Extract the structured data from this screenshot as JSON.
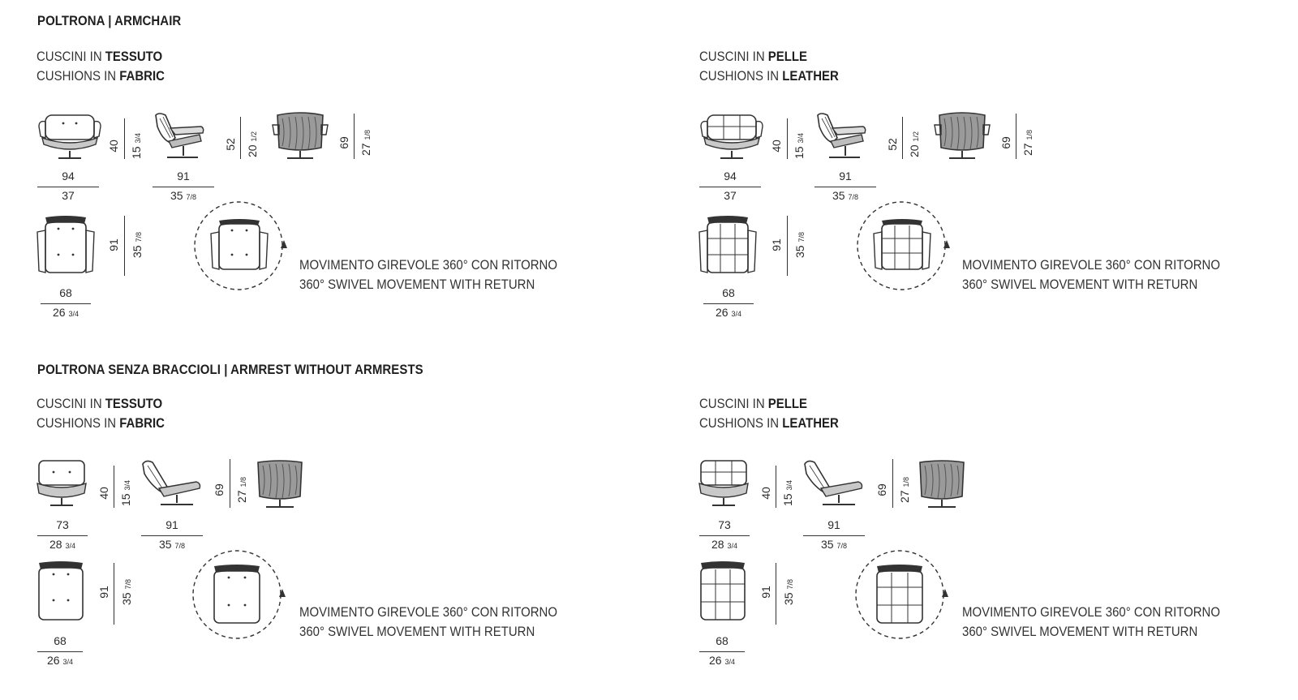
{
  "sections": [
    {
      "title": "POLTRONA | ARMCHAIR",
      "variants": [
        {
          "line1_prefix": "CUSCINI IN ",
          "line1_bold": "TESSUTO",
          "line2_prefix": "CUSHIONS IN ",
          "line2_bold": "FABRIC",
          "front_w_cm": "94",
          "front_w_in": "37",
          "front_h_cm": "40",
          "front_h_in_whole": "15",
          "front_h_in_frac": "3/4",
          "side_w_cm": "91",
          "side_w_in_whole": "35",
          "side_w_in_frac": "7/8",
          "side_h_cm": "52",
          "side_h_in_whole": "20",
          "side_h_in_frac": "1/2",
          "back_h_cm": "69",
          "back_h_in_whole": "27",
          "back_h_in_frac": "1/8",
          "top_d_cm": "91",
          "top_d_in_whole": "35",
          "top_d_in_frac": "7/8",
          "top_w_cm": "68",
          "top_w_in_whole": "26",
          "top_w_in_frac": "3/4",
          "swivel_it": "MOVIMENTO GIREVOLE 360° CON RITORNO",
          "swivel_en": "360° SWIVEL MOVEMENT WITH RETURN"
        },
        {
          "line1_prefix": "CUSCINI IN ",
          "line1_bold": "PELLE",
          "line2_prefix": "CUSHIONS IN ",
          "line2_bold": "LEATHER",
          "front_w_cm": "94",
          "front_w_in": "37",
          "front_h_cm": "40",
          "front_h_in_whole": "15",
          "front_h_in_frac": "3/4",
          "side_w_cm": "91",
          "side_w_in_whole": "35",
          "side_w_in_frac": "7/8",
          "side_h_cm": "52",
          "side_h_in_whole": "20",
          "side_h_in_frac": "1/2",
          "back_h_cm": "69",
          "back_h_in_whole": "27",
          "back_h_in_frac": "1/8",
          "top_d_cm": "91",
          "top_d_in_whole": "35",
          "top_d_in_frac": "7/8",
          "top_w_cm": "68",
          "top_w_in_whole": "26",
          "top_w_in_frac": "3/4",
          "swivel_it": "MOVIMENTO GIREVOLE 360° CON RITORNO",
          "swivel_en": "360° SWIVEL MOVEMENT WITH RETURN"
        }
      ]
    },
    {
      "title": "POLTRONA SENZA BRACCIOLI | ARMREST WITHOUT ARMRESTS",
      "variants": [
        {
          "line1_prefix": "CUSCINI IN ",
          "line1_bold": "TESSUTO",
          "line2_prefix": "CUSHIONS IN ",
          "line2_bold": "FABRIC",
          "front_w_cm": "73",
          "front_w_in_whole": "28",
          "front_w_in_frac": "3/4",
          "front_h_cm": "40",
          "front_h_in_whole": "15",
          "front_h_in_frac": "3/4",
          "side_w_cm": "91",
          "side_w_in_whole": "35",
          "side_w_in_frac": "7/8",
          "side_h_cm": "69",
          "side_h_in_whole": "27",
          "side_h_in_frac": "1/8",
          "top_d_cm": "91",
          "top_d_in_whole": "35",
          "top_d_in_frac": "7/8",
          "top_w_cm": "68",
          "top_w_in_whole": "26",
          "top_w_in_frac": "3/4",
          "swivel_it": "MOVIMENTO GIREVOLE 360° CON RITORNO",
          "swivel_en": "360° SWIVEL MOVEMENT WITH RETURN"
        },
        {
          "line1_prefix": "CUSCINI IN ",
          "line1_bold": "PELLE",
          "line2_prefix": "CUSHIONS IN ",
          "line2_bold": "LEATHER",
          "front_w_cm": "73",
          "front_w_in_whole": "28",
          "front_w_in_frac": "3/4",
          "front_h_cm": "40",
          "front_h_in_whole": "15",
          "front_h_in_frac": "3/4",
          "side_w_cm": "91",
          "side_w_in_whole": "35",
          "side_w_in_frac": "7/8",
          "side_h_cm": "69",
          "side_h_in_whole": "27",
          "side_h_in_frac": "1/8",
          "top_d_cm": "91",
          "top_d_in_whole": "35",
          "top_d_in_frac": "7/8",
          "top_w_cm": "68",
          "top_w_in_whole": "26",
          "top_w_in_frac": "3/4",
          "swivel_it": "MOVIMENTO GIREVOLE 360° CON RITORNO",
          "swivel_en": "360° SWIVEL MOVEMENT WITH RETURN"
        }
      ]
    }
  ]
}
